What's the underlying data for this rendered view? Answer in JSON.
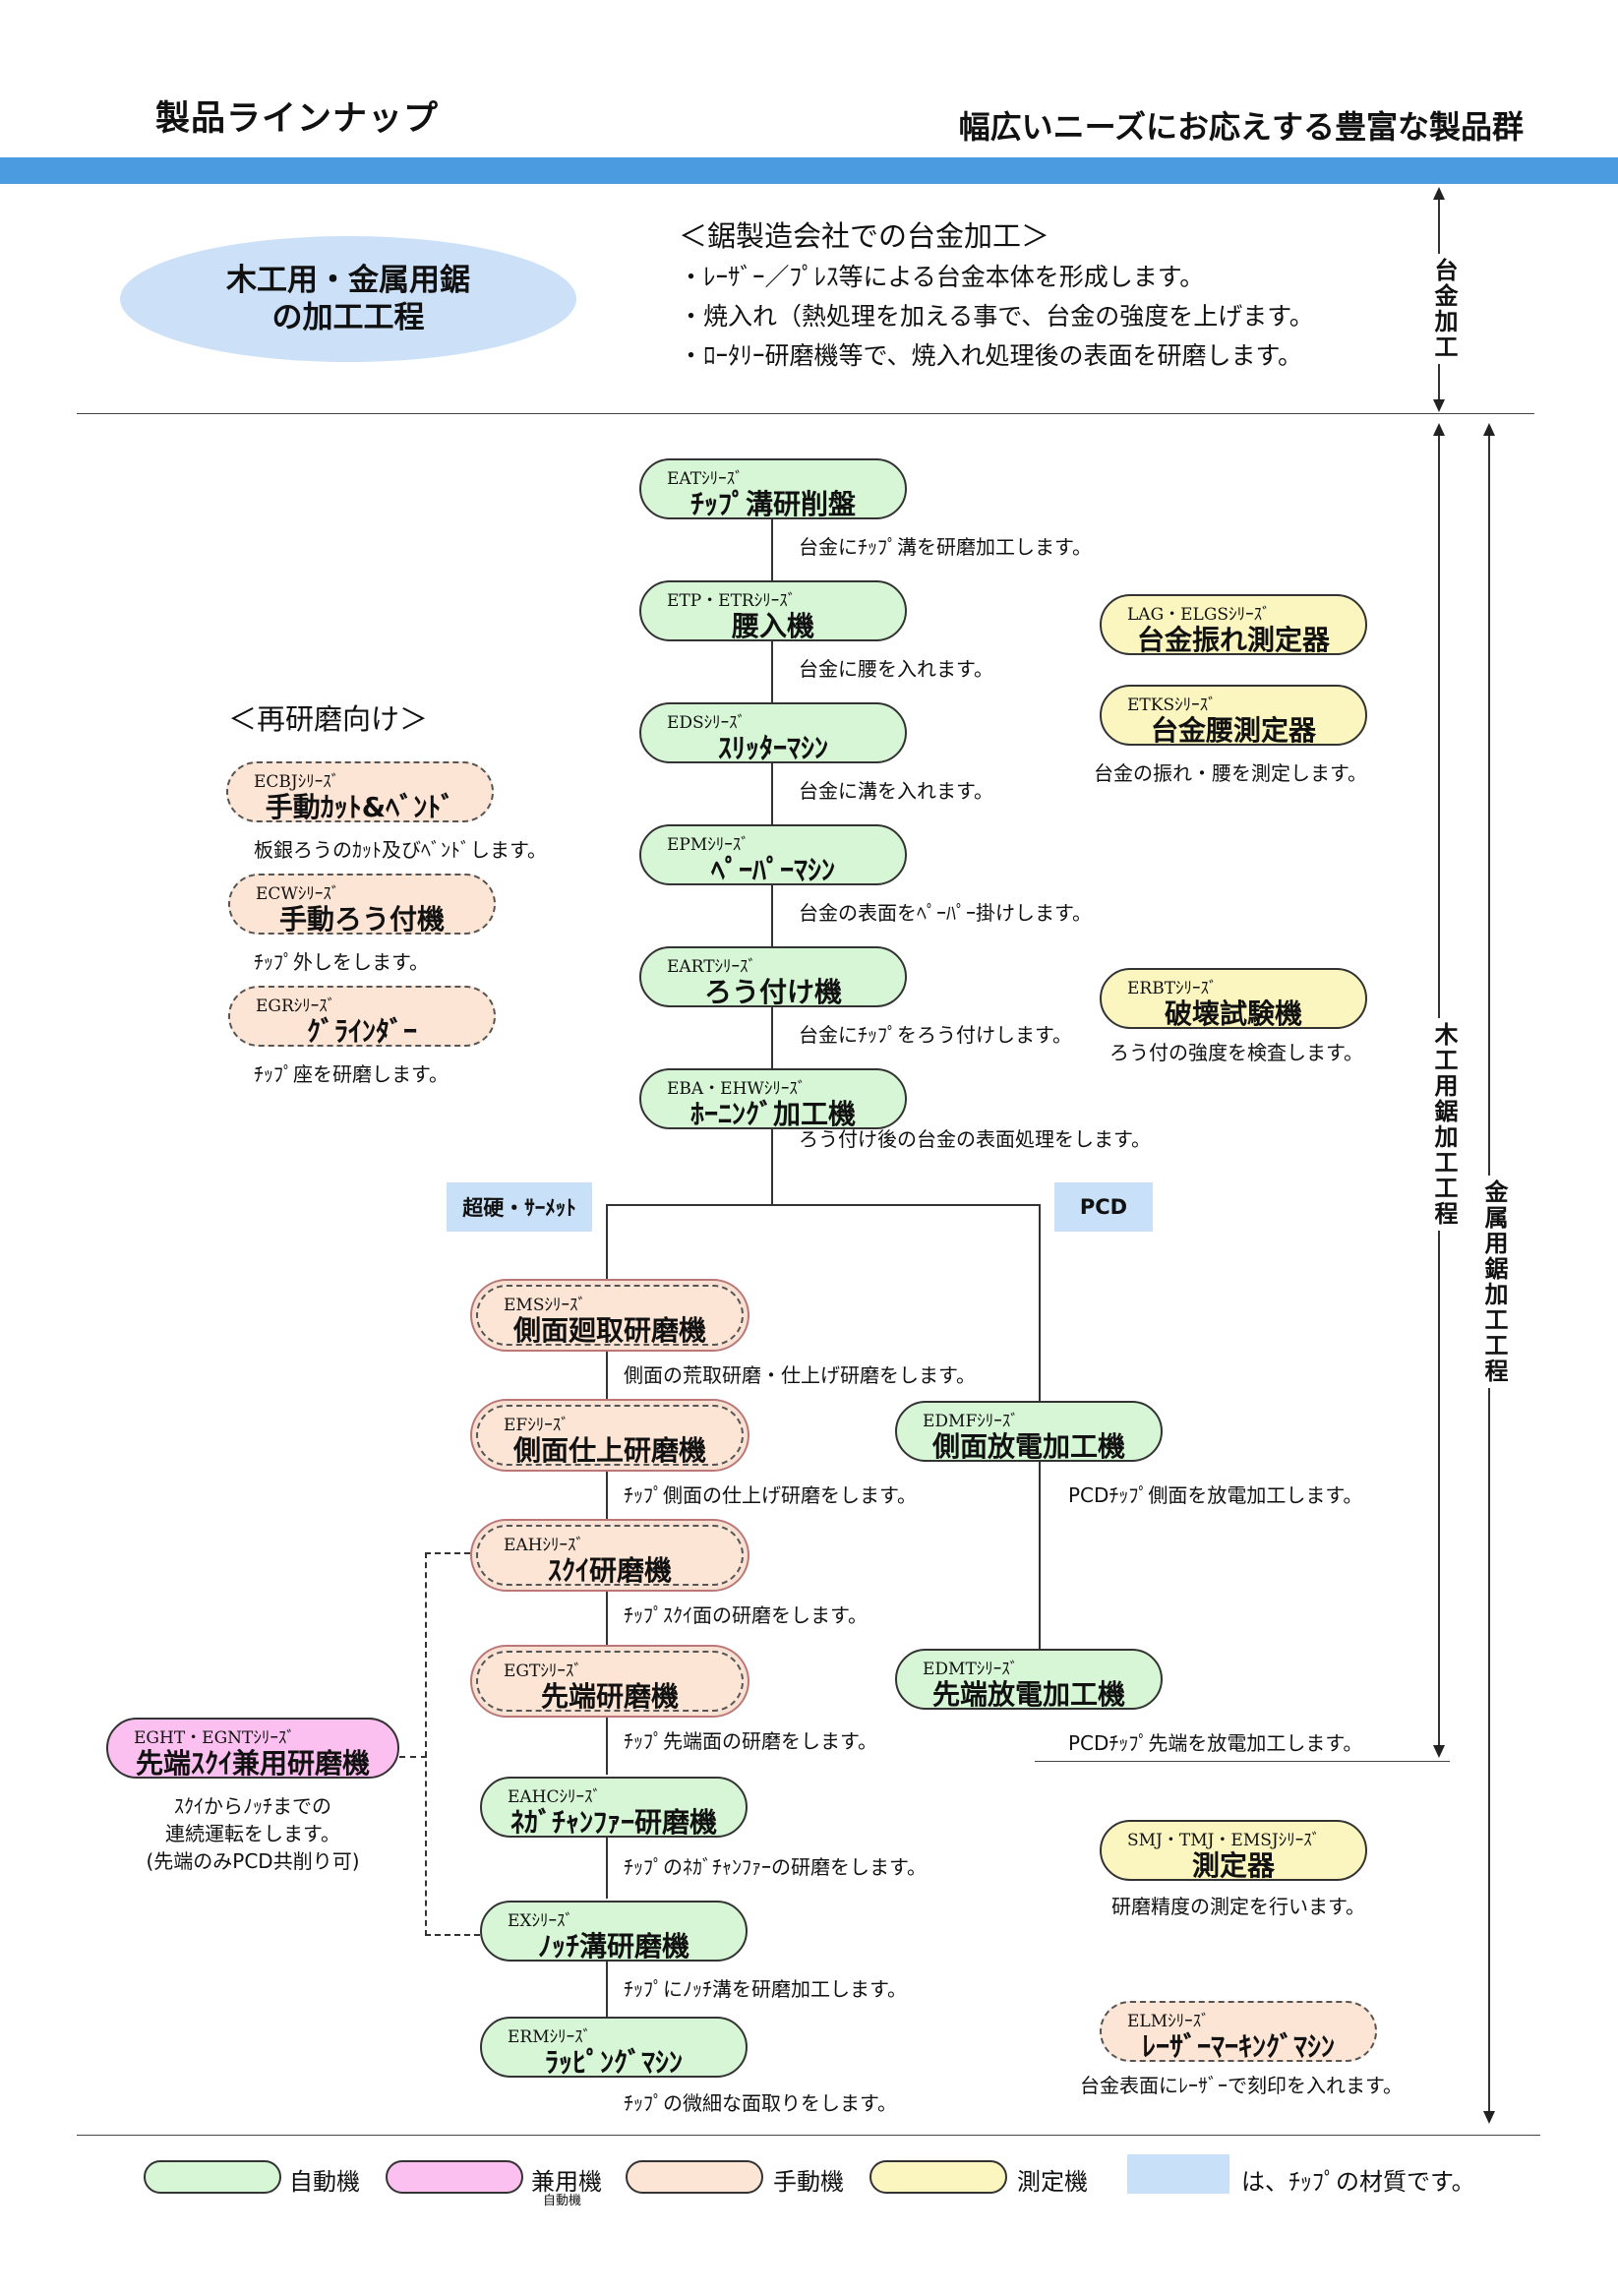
{
  "header": {
    "title": "製品ラインナップ",
    "tagline": "幅広いニーズにお応えする豊富な製品群"
  },
  "intro": {
    "ellipse_line1": "木工用・金属用鋸",
    "ellipse_line2": "の加工工程",
    "heading": "＜鋸製造会社での台金加工＞",
    "bullets": [
      "・ﾚｰｻﾞｰ／ﾌﾟﾚｽ等による台金本体を形成します。",
      "・焼入れ（熱処理を加える事で、台金の強度を上げます。",
      "・ﾛｰﾀﾘｰ研磨機等で、焼入れ処理後の表面を研磨します。"
    ]
  },
  "main_flow": [
    {
      "series": "EATｼﾘｰｽﾞ",
      "name": "ﾁｯﾌﾟ溝研削盤",
      "desc": "台金にﾁｯﾌﾟ溝を研磨加工します。"
    },
    {
      "series": "ETP・ETRｼﾘｰｽﾞ",
      "name": "腰入機",
      "desc": "台金に腰を入れます。"
    },
    {
      "series": "EDSｼﾘｰｽﾞ",
      "name": "ｽﾘｯﾀｰﾏｼﾝ",
      "desc": "台金に溝を入れます。"
    },
    {
      "series": "EPMｼﾘｰｽﾞ",
      "name": "ﾍﾟｰﾊﾟｰﾏｼﾝ",
      "desc": "台金の表面をﾍﾟｰﾊﾟｰ掛けします。"
    },
    {
      "series": "EARTｼﾘｰｽﾞ",
      "name": "ろう付け機",
      "desc": "台金にﾁｯﾌﾟをろう付けします。"
    },
    {
      "series": "EBA・EHWｼﾘｰｽﾞ",
      "name": "ﾎｰﾆﾝｸﾞ加工機",
      "desc": "ろう付け後の台金の表面処理をします。"
    }
  ],
  "measure_right": [
    {
      "series": "LAG・ELGSｼﾘｰｽﾞ",
      "name": "台金振れ測定器"
    },
    {
      "series": "ETKSｼﾘｰｽﾞ",
      "name": "台金腰測定器",
      "desc": "台金の振れ・腰を測定します。"
    },
    {
      "series": "ERBTｼﾘｰｽﾞ",
      "name": "破壊試験機",
      "desc": "ろう付の強度を検査します。"
    }
  ],
  "regrind": {
    "heading": "＜再研磨向け＞",
    "items": [
      {
        "series": "ECBJｼﾘｰｽﾞ",
        "name": "手動ｶｯﾄ&ﾍﾞﾝﾄﾞ",
        "desc": "板銀ろうのｶｯﾄ及びﾍﾞﾝﾄﾞします。"
      },
      {
        "series": "ECWｼﾘｰｽﾞ",
        "name": "手動ろう付機",
        "desc": "ﾁｯﾌﾟ外しをします。"
      },
      {
        "series": "EGRｼﾘｰｽﾞ",
        "name": "ｸﾞﾗｲﾝﾀﾞｰ",
        "desc": "ﾁｯﾌﾟ座を研磨します。"
      }
    ]
  },
  "branch": {
    "left_chip": "超硬・ｻｰﾒｯﾄ",
    "right_chip": "PCD"
  },
  "carbide_flow": [
    {
      "series": "EMSｼﾘｰｽﾞ",
      "name": "側面廻取研磨機",
      "desc": "側面の荒取研磨・仕上げ研磨をします。"
    },
    {
      "series": "EFｼﾘｰｽﾞ",
      "name": "側面仕上研磨機",
      "desc": "ﾁｯﾌﾟ側面の仕上げ研磨をします。"
    },
    {
      "series": "EAHｼﾘｰｽﾞ",
      "name": "ｽｸｲ研磨機",
      "desc": "ﾁｯﾌﾟｽｸｲ面の研磨をします。"
    },
    {
      "series": "EGTｼﾘｰｽﾞ",
      "name": "先端研磨機",
      "desc": "ﾁｯﾌﾟ先端面の研磨をします。"
    },
    {
      "series": "EAHCｼﾘｰｽﾞ",
      "name": "ﾈｶﾞﾁｬﾝﾌｧｰ研磨機",
      "desc": "ﾁｯﾌﾟのﾈｶﾞﾁｬﾝﾌｧｰの研磨をします。"
    },
    {
      "series": "EXｼﾘｰｽﾞ",
      "name": "ﾉｯﾁ溝研磨機",
      "desc": "ﾁｯﾌﾟにﾉｯﾁ溝を研磨加工します。"
    },
    {
      "series": "ERMｼﾘｰｽﾞ",
      "name": "ﾗｯﾋﾟﾝｸﾞﾏｼﾝ",
      "desc": "ﾁｯﾌﾟの微細な面取りをします。"
    }
  ],
  "pcd_flow": [
    {
      "series": "EDMFｼﾘｰｽﾞ",
      "name": "側面放電加工機",
      "desc": "PCDﾁｯﾌﾟ側面を放電加工します。"
    },
    {
      "series": "EDMTｼﾘｰｽﾞ",
      "name": "先端放電加工機",
      "desc": "PCDﾁｯﾌﾟ先端を放電加工します。"
    }
  ],
  "combo": {
    "series": "EGHT・EGNTｼﾘｰｽﾞ",
    "name": "先端ｽｸｲ兼用研磨機",
    "desc_lines": [
      "ｽｸｲからﾉｯﾁまでの",
      "連続運転をします。",
      "(先端のみPCD共削り可)"
    ]
  },
  "lower_right": [
    {
      "series": "SMJ・TMJ・EMSJｼﾘｰｽﾞ",
      "name": "測定器",
      "desc": "研磨精度の測定を行います。"
    },
    {
      "series": "ELMｼﾘｰｽﾞ",
      "name": "ﾚｰｻﾞｰﾏｰｷﾝｸﾞﾏｼﾝ",
      "desc": "台金表面にﾚｰｻﾞｰで刻印を入れます。"
    }
  ],
  "side_labels": {
    "top": "台金加工",
    "wood": "木工用鋸加工工程",
    "metal": "金属用鋸加工工程"
  },
  "legend": {
    "auto": "自動機",
    "combo": "兼用機",
    "combo_sub": "自動機",
    "manual": "手動機",
    "measure": "測定機",
    "material": "は、ﾁｯﾌﾟの材質です。"
  },
  "colors": {
    "auto": "#d6f6d6",
    "measure": "#fbf6bf",
    "manual": "#fde5d5",
    "combo": "#fbbff0",
    "material": "#c8e1f8",
    "bar": "#4a9be0"
  }
}
